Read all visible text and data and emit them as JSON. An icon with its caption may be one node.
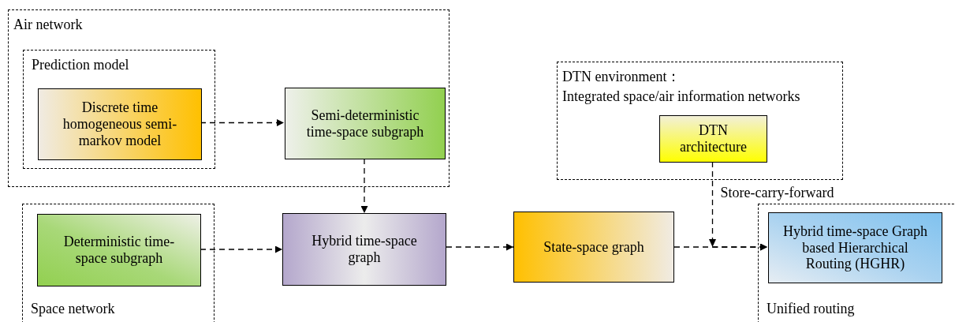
{
  "diagram": {
    "nodes": [
      {
        "text": [
          "Air network"
        ]
      },
      {
        "text": [
          "Prediction model"
        ],
        "in": 0
      },
      {
        "text": [
          "Discrete time homogeneous semi-markov model"
        ],
        "in": 1
      },
      {
        "text": [
          "Semi-deterministic time-space subgraph"
        ],
        "in": 0
      },
      {
        "text": [
          "Space network"
        ]
      },
      {
        "text": [
          "Deterministic time-space subgraph"
        ],
        "in": 4
      },
      {
        "text": [
          "Hybrid time-space graph"
        ]
      },
      {
        "text": [
          "DTN environment：",
          "Integrated space/air information networks"
        ]
      },
      {
        "text": [
          "DTN architecture"
        ],
        "in": 7
      },
      {
        "text": [
          "State-space graph"
        ]
      },
      {
        "text": [
          "Unified routing"
        ]
      },
      {
        "text": [
          "Hybrid time-space Graph based Hierarchical Routing (HGHR)"
        ],
        "in": 10
      }
    ],
    "edges": [
      {
        "from": 2,
        "to": 3,
        "arrow": "to",
        "style": "dashed"
      },
      {
        "from": 3,
        "to": 6,
        "arrow": "to",
        "style": "dashed"
      },
      {
        "from": 5,
        "to": 6,
        "arrow": "to",
        "style": "dashed"
      },
      {
        "from": 6,
        "to": 9,
        "arrow": "to",
        "style": "dashed"
      },
      {
        "from": 9,
        "to": 11,
        "arrow": "to",
        "style": "dashed"
      },
      {
        "from": 8,
        "to": 11,
        "arrow": "to",
        "style": "dashed",
        "label": "Store-carry-forward"
      }
    ]
  }
}
